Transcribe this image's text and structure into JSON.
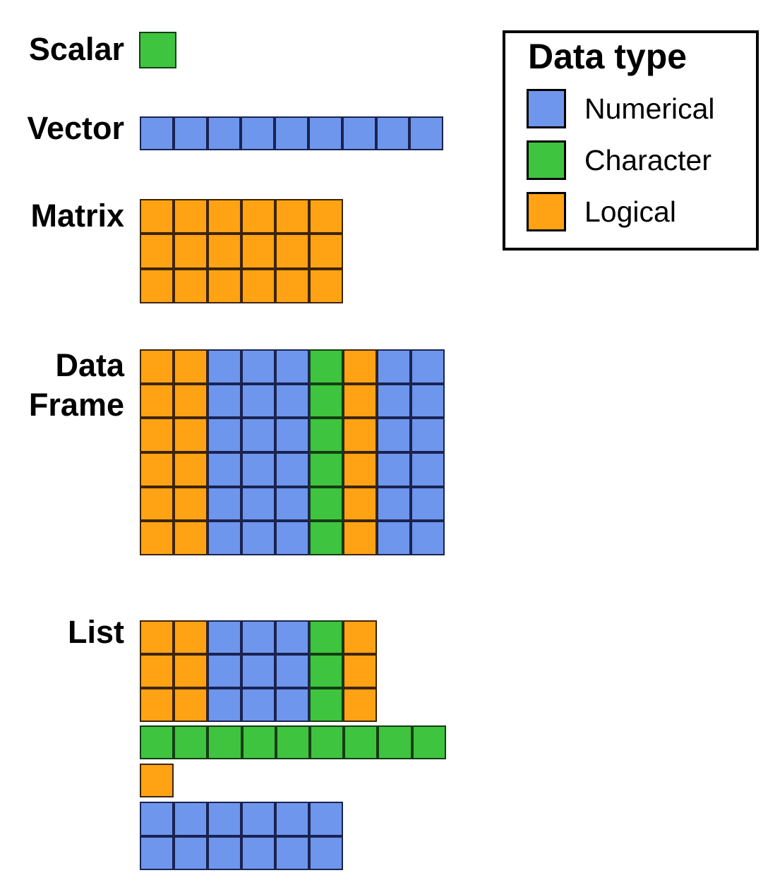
{
  "background": "#ffffff",
  "colors": {
    "numerical": "#6e96ec",
    "character": "#3ec43e",
    "logical": "#ffa315",
    "numerical_border": "#1a2351",
    "character_border": "#143d14",
    "logical_border": "#3e2403",
    "legend_border": "#000000",
    "text": "#000000"
  },
  "type_letters": {
    "N": "numerical",
    "C": "character",
    "L": "logical"
  },
  "legend": {
    "title": "Data type",
    "items": [
      {
        "label": "Numerical",
        "type": "numerical"
      },
      {
        "label": "Character",
        "type": "character"
      },
      {
        "label": "Logical",
        "type": "logical"
      }
    ]
  },
  "structures": {
    "scalar": {
      "label": "Scalar",
      "rows": [
        "C"
      ]
    },
    "vector": {
      "label": "Vector",
      "rows": [
        "NNNNNNNNN"
      ]
    },
    "matrix": {
      "label": "Matrix",
      "rows": [
        "LLLLLL",
        "LLLLLL",
        "LLLLLL"
      ]
    },
    "dataframe": {
      "label_lines": [
        "Data",
        "Frame"
      ],
      "rows": [
        "LLNNNCLNN",
        "LLNNNCLNN",
        "LLNNNCLNN",
        "LLNNNCLNN",
        "LLNNNCLNN",
        "LLNNNCLNN"
      ]
    },
    "list": {
      "label": "List",
      "blocks": {
        "mixed": [
          "LLNNNCL",
          "LLNNNCL",
          "LLNNNCL"
        ],
        "character_row": [
          "CCCCCCCCC"
        ],
        "single_logical": [
          "L"
        ],
        "numerical_block": [
          "NNNNNN",
          "NNNNNN"
        ]
      }
    }
  }
}
